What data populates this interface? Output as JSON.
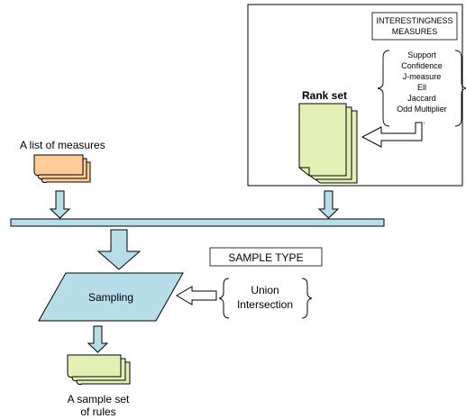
{
  "interestingness": {
    "title_line1": "INTERESTINGNESS",
    "title_line2": "MEASURES",
    "measures": [
      "Support",
      "Confidence",
      "J-measure",
      "Ell",
      "Jaccard",
      "Odd Multiplier",
      "..."
    ]
  },
  "rank_set_label": "Rank set",
  "measures_list_label": "A list of measures",
  "sample_type": {
    "title": "SAMPLE TYPE",
    "options": [
      "Union",
      "Intersection"
    ]
  },
  "sampling_label": "Sampling",
  "sample_output": {
    "line1": "A sample set",
    "line2": "of rules"
  },
  "colors": {
    "doc_orange": "#ffcc99",
    "doc_green": "#e2f0b6",
    "flow_blue": "#b7dde8",
    "stroke": "#000000"
  }
}
